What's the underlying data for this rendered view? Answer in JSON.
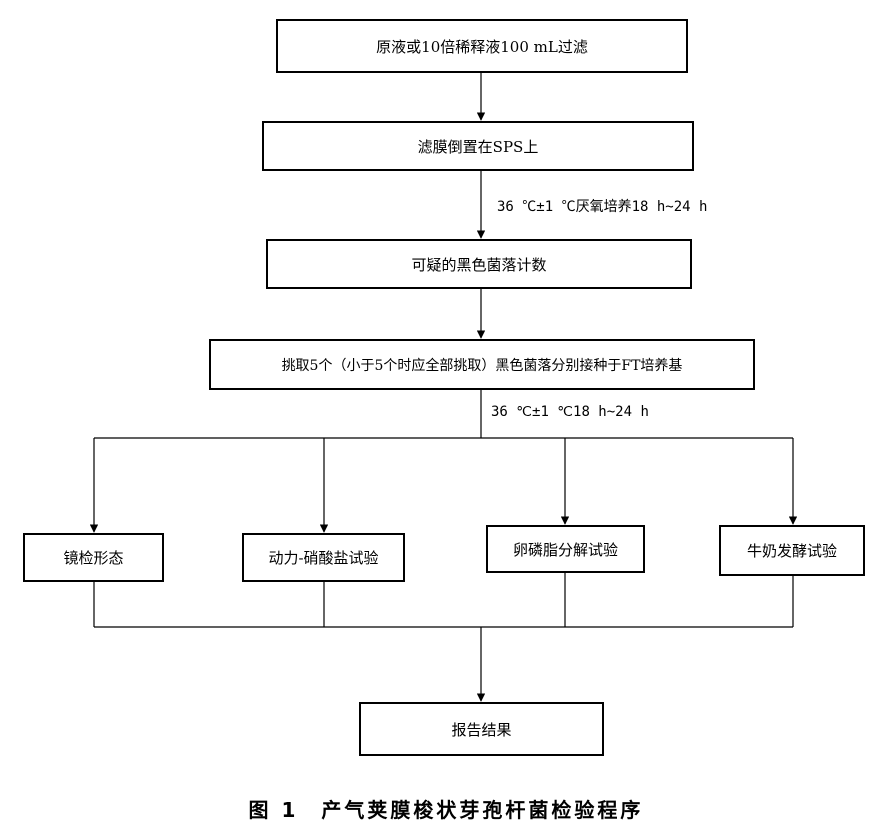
{
  "steps": {
    "step1": "原液或10倍稀释液100 mL过滤",
    "step2": "滤膜倒置在SPS上",
    "cond1": "36 ℃±1 ℃厌氧培养18 h~24 h",
    "step3": "可疑的黑色菌落计数",
    "step4": "挑取5个（小于5个时应全部挑取）黑色菌落分别接种于FT培养基",
    "cond2": "36 ℃±1 ℃18 h~24 h",
    "tests": [
      "镜检形态",
      "动力-硝酸盐试验",
      "卵磷脂分解试验",
      "牛奶发酵试验"
    ],
    "result": "报告结果"
  },
  "caption": "图 1　产气荚膜梭状芽孢杆菌检验程序"
}
